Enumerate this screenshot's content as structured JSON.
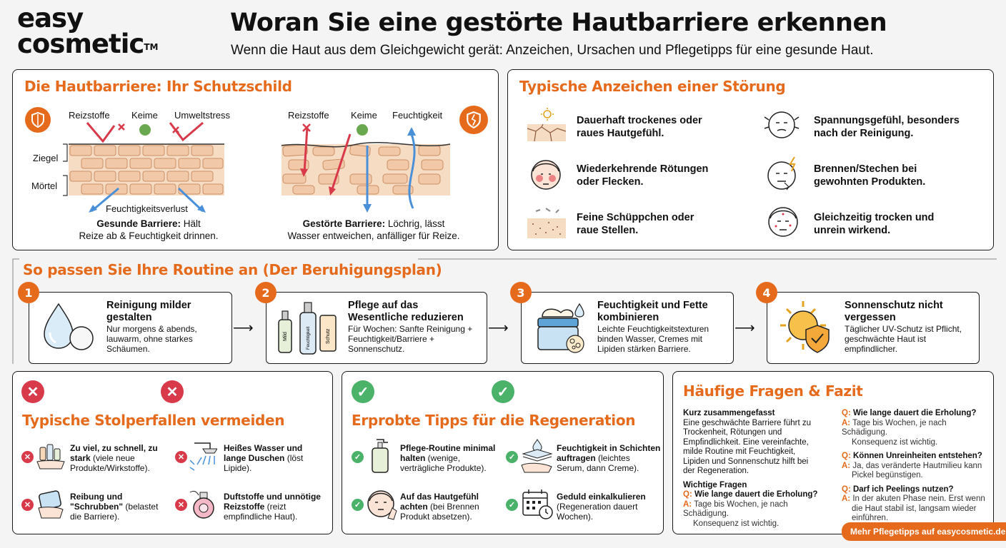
{
  "brand": {
    "line1": "easy",
    "line2": "cosmetic",
    "tm": "TM"
  },
  "header": {
    "title": "Woran Sie eine gestörte Hautbarriere erkennen",
    "subtitle": "Wenn die Haut aus dem Gleichgewicht gerät: Anzeichen, Ursachen und Pflegetipps für eine gesunde Haut."
  },
  "barrier": {
    "title": "Die Hautbarriere: Ihr Schutzschild",
    "healthy": {
      "labels": [
        "Reizstoffe",
        "Keime",
        "Umweltstress"
      ],
      "ziegel": "Ziegel",
      "moertel": "Mörtel",
      "loss": "Feuchtigkeitsverlust",
      "caption_bold": "Gesunde Barriere:",
      "caption_rest_1": " Hält",
      "caption_rest_2": "Reize ab & Feuchtigkeit drinnen."
    },
    "damaged": {
      "labels": [
        "Reizstoffe",
        "Keime",
        "Feuchtigkeit"
      ],
      "caption_bold": "Gestörte Barriere:",
      "caption_rest_1": " Löchrig, lässt",
      "caption_rest_2": "Wasser entweichen, anfälliger für Reize."
    }
  },
  "signs": {
    "title": "Typische Anzeichen einer Störung",
    "items": [
      {
        "l1": "Dauerhaft trockenes oder",
        "l2": "raues Hautgefühl.",
        "icon": "dry-skin-icon"
      },
      {
        "l1": "Spannungsgefühl, besonders",
        "l2": "nach der Reinigung.",
        "icon": "tight-face-icon"
      },
      {
        "l1": "Wiederkehrende Rötungen",
        "l2": "oder Flecken.",
        "icon": "redness-face-icon"
      },
      {
        "l1": "Brennen/Stechen bei",
        "l2": "gewohnten Produkten.",
        "icon": "burning-face-icon"
      },
      {
        "l1": "Feine Schüppchen oder",
        "l2": "raue Stellen.",
        "icon": "flaky-skin-icon"
      },
      {
        "l1": "Gleichzeitig trocken und",
        "l2": "unrein wirkend.",
        "icon": "impure-face-icon"
      }
    ]
  },
  "routine": {
    "title": "So passen Sie Ihre Routine an (Der Beruhigungsplan)",
    "steps": [
      {
        "num": "1",
        "t1": "Reinigung milder",
        "t2": "gestalten",
        "d1": "Nur morgens & abends,",
        "d2": "lauwarm, ohne starkes",
        "d3": "Schäumen.",
        "icon": "water-drop-icon"
      },
      {
        "num": "2",
        "t1": "Pflege auf das",
        "t2": "Wesentliche reduzieren",
        "d1": "Für Wochen: Sanfte Reinigung +",
        "d2": "Feuchtigkeit/Barriere +",
        "d3": "Sonnenschutz.",
        "icon": "products-icon",
        "bottle_labels": [
          "Mild",
          "Feuchtigkeit",
          "Schutz"
        ]
      },
      {
        "num": "3",
        "t1": "Feuchtigkeit und Fette",
        "t2": "kombinieren",
        "d1": "Leichte Feuchtigkeitstexturen",
        "d2": "binden Wasser, Cremes mit",
        "d3": "Lipiden stärken Barriere.",
        "icon": "cream-jar-icon"
      },
      {
        "num": "4",
        "t1": "Sonnenschutz nicht",
        "t2": "vergessen",
        "d1": "Täglicher UV-Schutz ist Pflicht,",
        "d2": "geschwächte Haut ist",
        "d3": "empfindlicher.",
        "icon": "sun-shield-icon"
      }
    ]
  },
  "pitfalls": {
    "title": "Typische Stolperfallen vermeiden",
    "items": [
      {
        "b1": "Zu viel, zu schnell, zu",
        "b2": "stark",
        "r2": " (viele neue",
        "r3": "Produkte/Wirkstoffe).",
        "icon": "many-products-icon"
      },
      {
        "b1": "Heißes Wasser und",
        "b2": "lange Duschen",
        "r2": " (löst",
        "r3": "Lipide).",
        "icon": "shower-icon"
      },
      {
        "b1": "Reibung und",
        "b2": "\"Schrubben\"",
        "r2": " (belastet",
        "r3": "die Barriere).",
        "icon": "scrub-icon"
      },
      {
        "b1": "Duftstoffe und unnötige",
        "b2": "Reizstoffe",
        "r2": " (reizt",
        "r3": "empfindliche Haut).",
        "icon": "perfume-icon"
      }
    ]
  },
  "tips": {
    "title": "Erprobte Tipps für die Regeneration",
    "items": [
      {
        "b1": "Pflege-Routine minimal",
        "b2": "halten",
        "r2": " (wenige,",
        "r3": "verträgliche Produkte).",
        "icon": "pump-bottle-icon"
      },
      {
        "b1": "Feuchtigkeit in Schichten",
        "b2": "auftragen",
        "r2": " (leichtes",
        "r3": "Serum, dann Creme).",
        "icon": "layers-icon"
      },
      {
        "b1": "Auf das Hautgefühl",
        "b2": "achten",
        "r2": " (bei Brennen",
        "r3": "Produkt absetzen).",
        "icon": "face-touch-icon"
      },
      {
        "b1": "Geduld einkalkulieren",
        "b2": "",
        "r2": "(Regeneration dauert",
        "r3": "Wochen).",
        "icon": "calendar-icon"
      }
    ]
  },
  "faq": {
    "title": "Häufige Fragen & Fazit",
    "summary_title": "Kurz zusammengefasst",
    "summary": [
      "Eine geschwächte Barriere führt zu",
      "Trockenheit, Rötungen und",
      "Empfindlichkeit. Eine vereinfachte,",
      "milde Routine mit Feuchtigkeit,",
      "Lipiden und Sonnenschutz hilft bei",
      "der Regeneration."
    ],
    "important": "Wichtige Fragen",
    "q_tag": "Q:",
    "a_tag": "A:",
    "left_q": "Wie lange dauert die Erholung?",
    "left_a": [
      "Tage bis Wochen, je nach Schädigung.",
      "Konsequenz ist wichtig."
    ],
    "right": [
      {
        "q": "Wie lange dauert die Erholung?",
        "a": [
          "Tage bis Wochen, je nach Schädigung.",
          "Konsequenz ist wichtig."
        ]
      },
      {
        "q": "Können Unreinheiten entstehen?",
        "a": [
          "Ja, das veränderte Hautmilieu kann",
          "Pickel begünstigen."
        ]
      },
      {
        "q": "Darf ich Peelings nutzen?",
        "a": [
          "In der akuten Phase nein. Erst wenn",
          "die Haut stabil ist, langsam wieder",
          "einführen."
        ]
      }
    ],
    "cta": "Mehr Pflegetipps auf easycosmetic.de"
  },
  "colors": {
    "accent": "#e56a1c",
    "red": "#d83a4a",
    "green": "#4bb26a",
    "blue": "#4a90d9",
    "brick": "#f2c9a8"
  }
}
